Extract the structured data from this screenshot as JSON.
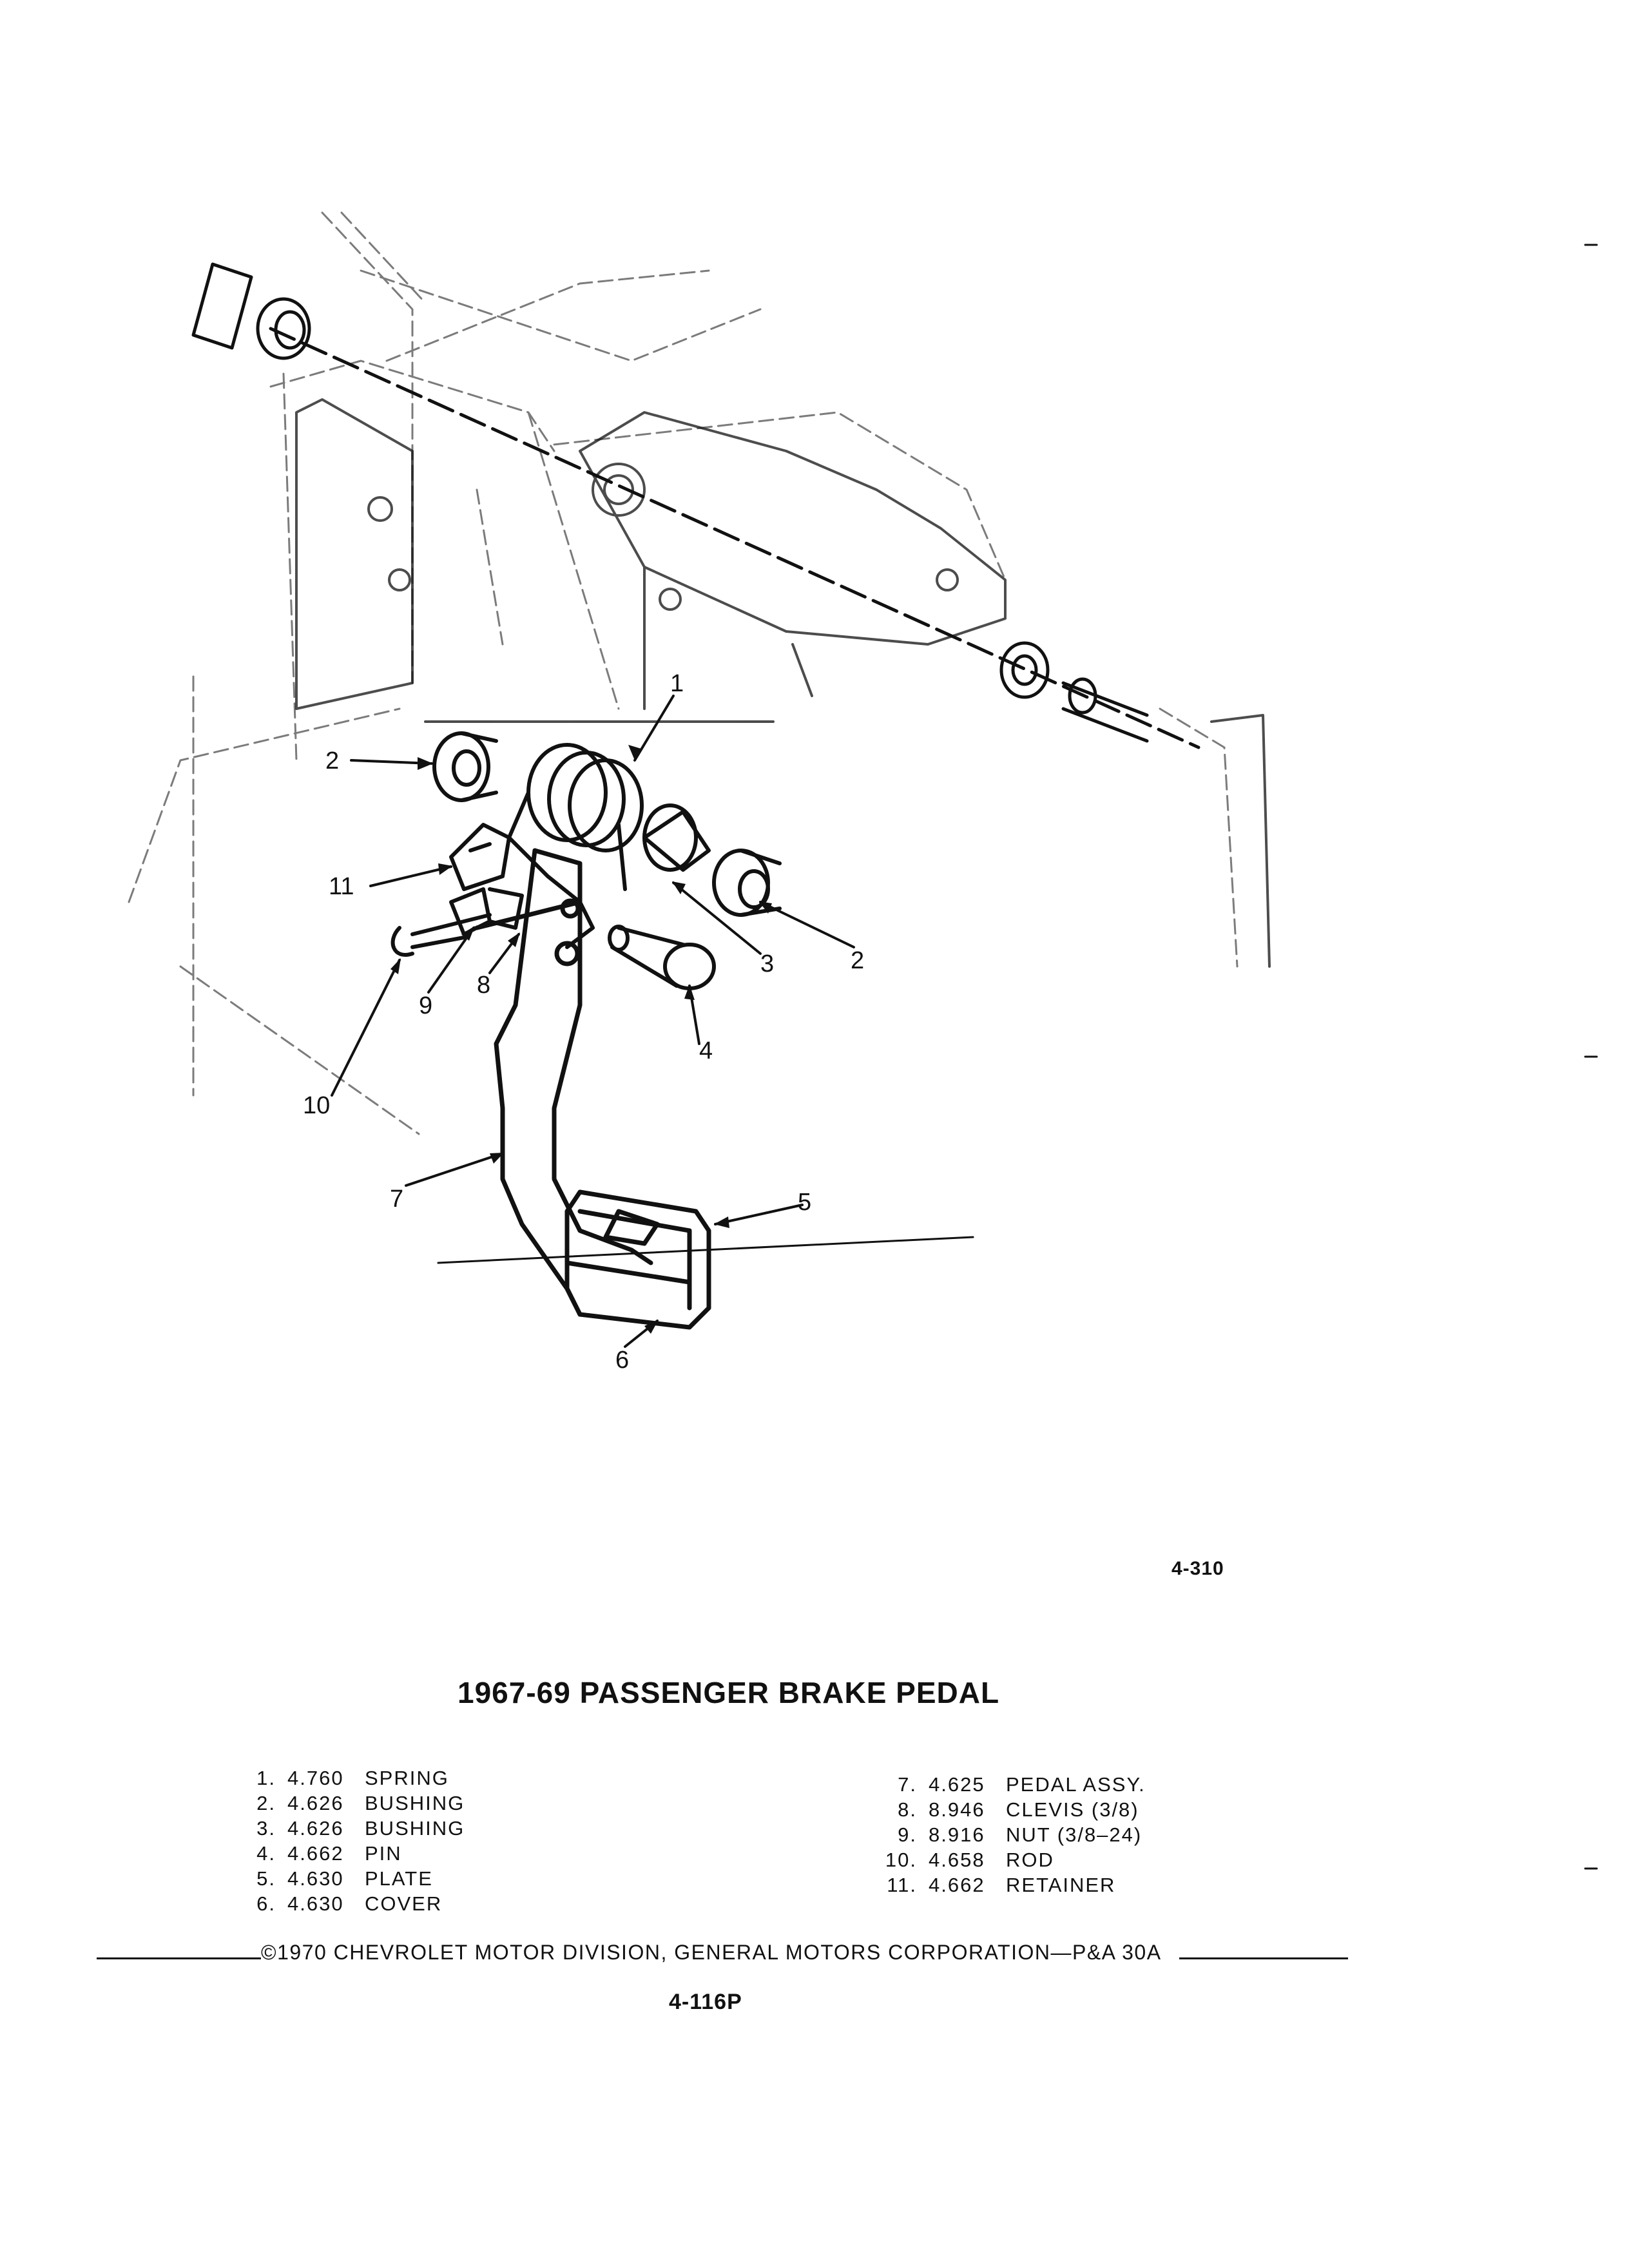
{
  "figure": {
    "callouts": [
      "1",
      "2",
      "2",
      "3",
      "4",
      "5",
      "6",
      "7",
      "8",
      "9",
      "10",
      "11"
    ],
    "figure_id": "4-310"
  },
  "title": "1967-69 PASSENGER BRAKE PEDAL",
  "parts_left": [
    {
      "num": "1.",
      "pn": "4.760",
      "name": "SPRING"
    },
    {
      "num": "2.",
      "pn": "4.626",
      "name": "BUSHING"
    },
    {
      "num": "3.",
      "pn": "4.626",
      "name": "BUSHING"
    },
    {
      "num": "4.",
      "pn": "4.662",
      "name": "PIN"
    },
    {
      "num": "5.",
      "pn": "4.630",
      "name": "PLATE"
    },
    {
      "num": "6.",
      "pn": "4.630",
      "name": "COVER"
    }
  ],
  "parts_right": [
    {
      "num": "7.",
      "pn": "4.625",
      "name": "PEDAL ASSY."
    },
    {
      "num": "8.",
      "pn": "8.946",
      "name": "CLEVIS (3/8)"
    },
    {
      "num": "9.",
      "pn": "8.916",
      "name": "NUT (3/8–24)"
    },
    {
      "num": "10.",
      "pn": "4.658",
      "name": "ROD"
    },
    {
      "num": "11.",
      "pn": "4.662",
      "name": "RETAINER"
    }
  ],
  "copyright": "©1970 CHEVROLET MOTOR DIVISION, GENERAL MOTORS CORPORATION—P&A 30A",
  "page_number": "4-116P"
}
